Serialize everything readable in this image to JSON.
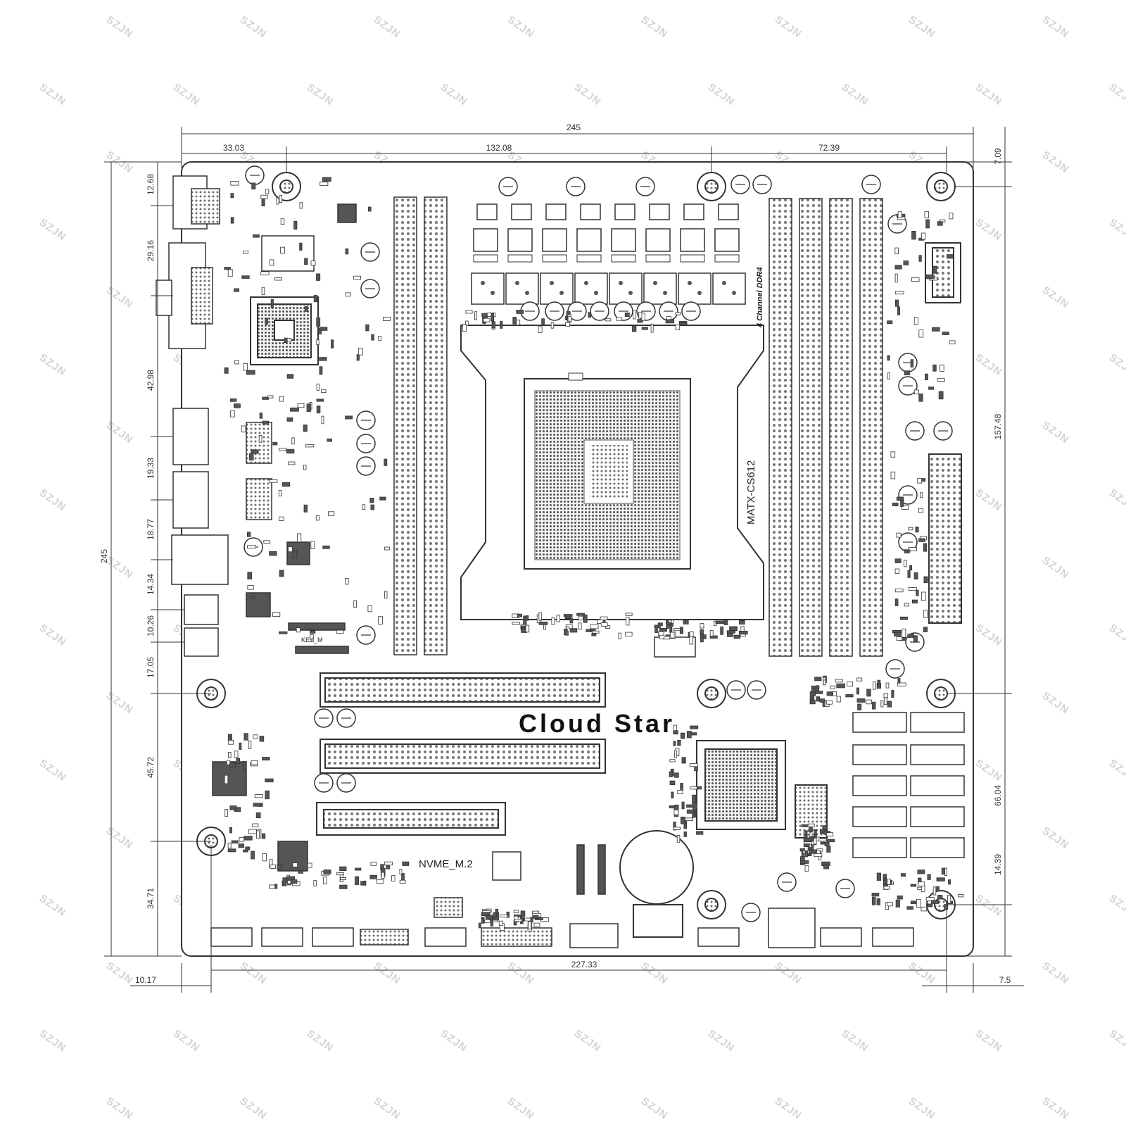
{
  "board": {
    "brand": "Cloud Star",
    "model": "MATX-CS612",
    "memory_label": "4 Channel DDR4",
    "nvme_label": "NVME_M.2",
    "key_label": "KEY_M"
  },
  "watermark": {
    "text": "SZJN"
  },
  "dimensions": {
    "total_width": "245",
    "total_height": "245",
    "top": {
      "left": "33.03",
      "middle": "132.08",
      "right": "72.39",
      "corner": "7.09"
    },
    "left": [
      "12.68",
      "29.16",
      "42.98",
      "19.33",
      "18.77",
      "14.34",
      "10.26",
      "17.05",
      "45.72",
      "34.71"
    ],
    "right": {
      "upper": "157.48",
      "middle": "66.04",
      "lower": "14.39"
    },
    "bottom": {
      "span": "227.33",
      "left": "10.17",
      "right": "7.5"
    }
  },
  "colors": {
    "line": "#333333",
    "dot": "#777777",
    "watermark": "#d4d4d4"
  }
}
